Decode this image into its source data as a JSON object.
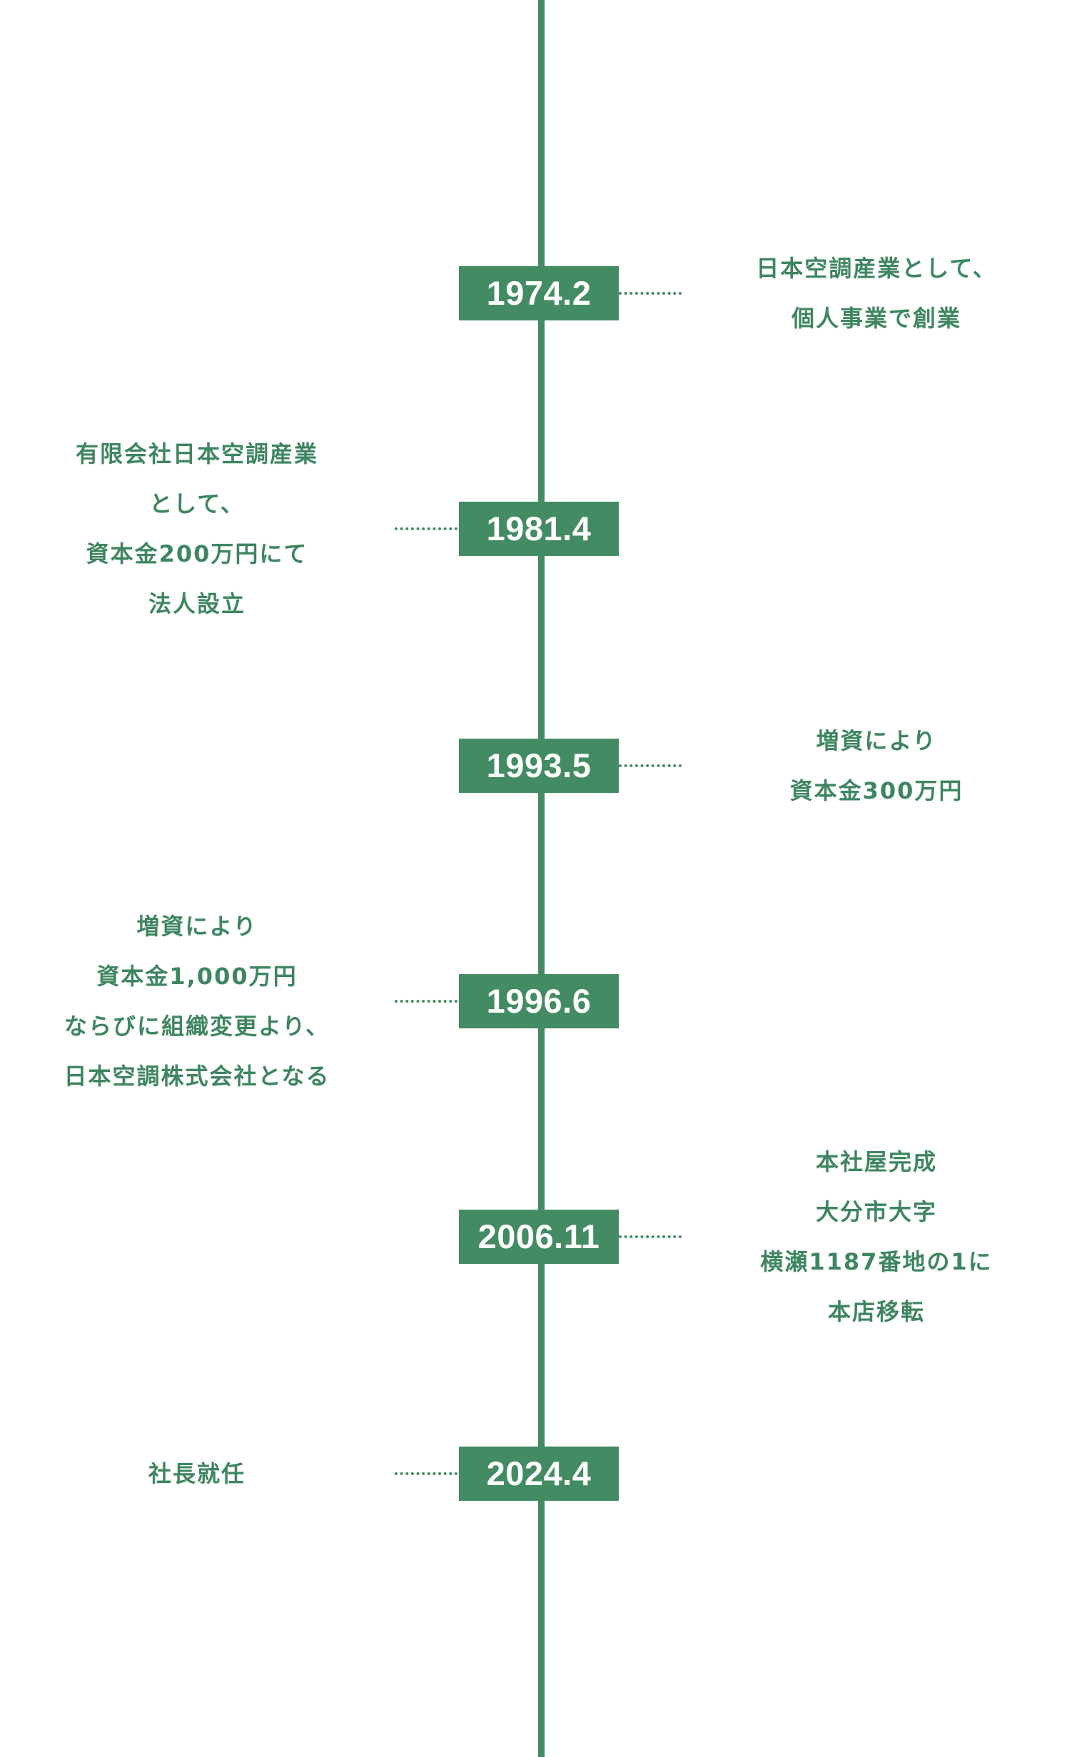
{
  "colors": {
    "accent": "#438B62",
    "text": "#3E8660",
    "background": "#ffffff"
  },
  "timeline": [
    {
      "year": "1974.2",
      "side": "right",
      "lines": [
        "日本空調産業として、",
        "個人事業で創業"
      ]
    },
    {
      "year": "1981.4",
      "side": "left",
      "lines": [
        "有限会社日本空調産業",
        "として、",
        "資本金200万円にて",
        "法人設立"
      ]
    },
    {
      "year": "1993.5",
      "side": "right",
      "lines": [
        "増資により",
        "資本金300万円"
      ]
    },
    {
      "year": "1996.6",
      "side": "left",
      "lines": [
        "増資により",
        "資本金1,000万円",
        "ならびに組織変更より、",
        "日本空調株式会社となる"
      ]
    },
    {
      "year": "2006.11",
      "side": "right",
      "lines": [
        "本社屋完成",
        "大分市大字",
        "横瀬1187番地の1に",
        "本店移転"
      ]
    },
    {
      "year": "2024.4",
      "side": "left",
      "lines": [
        "社長就任"
      ]
    }
  ]
}
